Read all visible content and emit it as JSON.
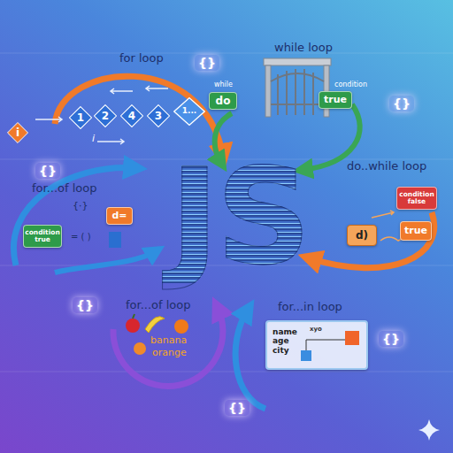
{
  "diagram": {
    "nodes": [
      {
        "text": [
          "i"
        ]
      },
      {
        "text": [
          "1"
        ]
      },
      {
        "text": [
          "2"
        ]
      },
      {
        "text": [
          "4"
        ]
      },
      {
        "text": [
          "3"
        ]
      },
      {
        "text": [
          "1..."
        ]
      },
      {
        "text": [
          "do"
        ]
      },
      {
        "text": [
          "true"
        ]
      },
      {
        "text": [
          "condition false"
        ]
      },
      {
        "text": [
          "d)"
        ]
      },
      {
        "text": [
          "true"
        ]
      },
      {
        "text": [
          "condition true"
        ]
      },
      {
        "text": [
          "d="
        ]
      },
      {
        "text": [
          "for...in loop",
          "name age city",
          "xyo"
        ]
      }
    ],
    "labels": [
      "for loop",
      "while loop",
      "do..while loop",
      "for...of loop",
      "for...of loop",
      "JS",
      "i",
      "while",
      "condition",
      "{·}",
      "= ( )",
      "banana",
      "orange",
      "{}",
      "{}",
      "{}",
      "{}",
      "{}",
      "{}"
    ]
  }
}
